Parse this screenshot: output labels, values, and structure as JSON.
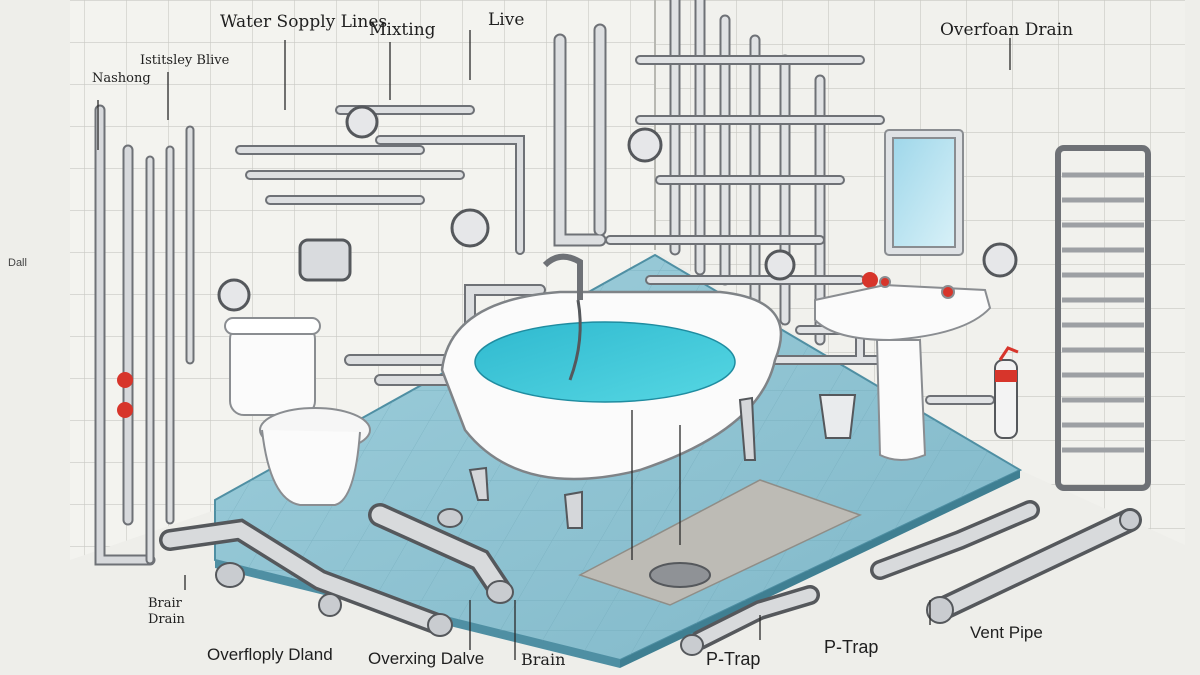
{
  "labels": {
    "water_supply_lines": "Water Sopply Lines",
    "mixing": "Mixting",
    "live": "Live",
    "overflow_drain": "Overfoan Drain",
    "valve_top_left": "Istitsley Blive",
    "washing": "Nashong",
    "dall": "Dall",
    "brair_drain": "Brair\nDrain",
    "overfloply_dland": "Overfloply Dland",
    "overxing_dalve": "Overxing Dalve",
    "brain": "Brain",
    "p_trap_1": "P-Trap",
    "p_trap_2": "P-Trap",
    "vent_pipe": "Vent Pipe"
  },
  "colors": {
    "background": "#eeeeea",
    "wall": "#f3f3ef",
    "tile_grid": "#c9c9c4",
    "floor": "#8cc3d2",
    "floor_edge": "#4f8fa3",
    "water": "#38c6d8",
    "pipe": "#b9bcc0",
    "pipe_dark": "#6e7176",
    "fixture": "#fbfbfb",
    "valve_red": "#d7352b"
  }
}
